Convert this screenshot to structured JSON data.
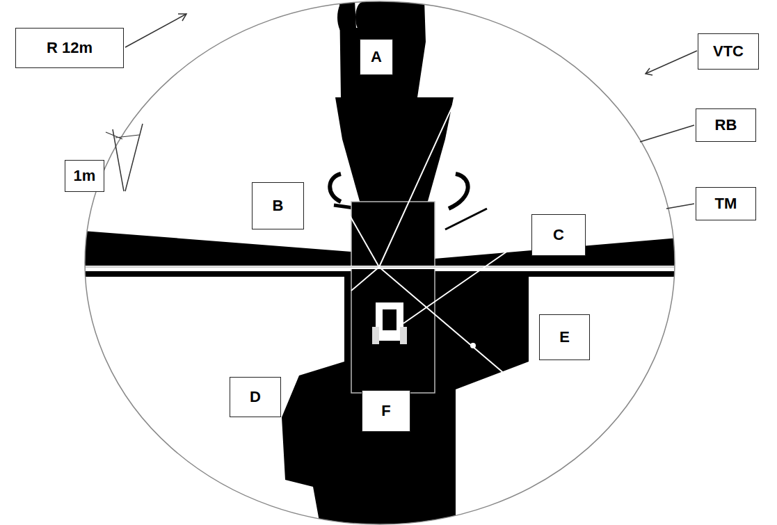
{
  "diagram": {
    "nodes": [
      {
        "text": [
          "R 12m"
        ]
      },
      {
        "text": [
          "A"
        ]
      },
      {
        "text": [
          "VTC"
        ]
      },
      {
        "text": [
          "RB"
        ]
      },
      {
        "text": [
          "1m"
        ]
      },
      {
        "text": [
          "B"
        ]
      },
      {
        "text": [
          "TM"
        ]
      },
      {
        "text": [
          "C"
        ]
      },
      {
        "text": [
          "E"
        ]
      },
      {
        "text": [
          "D"
        ]
      },
      {
        "text": [
          "F"
        ]
      }
    ]
  }
}
